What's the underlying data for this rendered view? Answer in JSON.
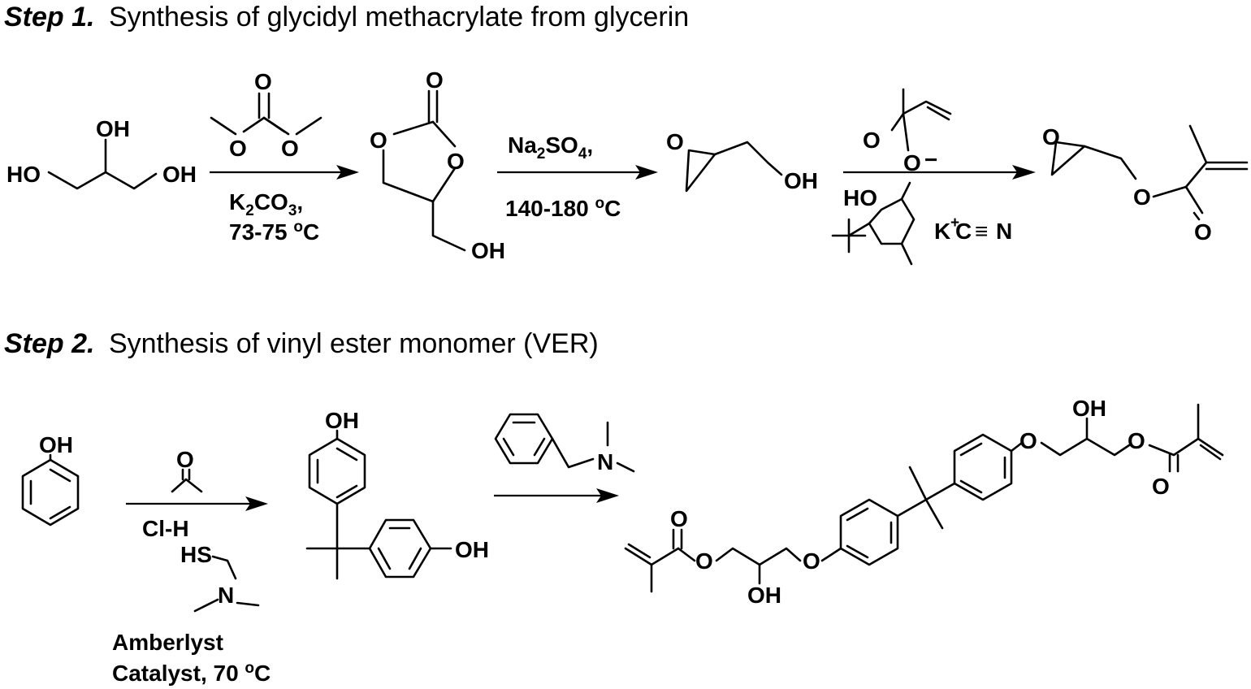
{
  "step1": {
    "title_bold": "Step 1.",
    "title_text": "Synthesis of glycidyl methacrylate from glycerin",
    "glycerin": {
      "oh_top": "OH",
      "ho_left": "HO",
      "oh_right": "OH"
    },
    "dmc": {
      "o_top": "O",
      "o_left": "O",
      "o_right": "O"
    },
    "cond1": {
      "reagent": "K",
      "reagent_sub": "2",
      "reagent_rest": "CO",
      "reagent_sub2": "3",
      "reagent_end": ",",
      "temp": "73-75 ",
      "temp_sup": "o",
      "temp_unit": "C"
    },
    "carbonate": {
      "o_carbonyl": "O",
      "o_ring_left": "O",
      "o_ring_right": "O",
      "oh": "OH"
    },
    "cond2": {
      "reagent": "Na",
      "reagent_sub": "2",
      "reagent_rest": "SO",
      "reagent_sub2": "4",
      "reagent_end": ",",
      "temp": "140-180 ",
      "temp_sup": "o",
      "temp_unit": "C"
    },
    "glycidol": {
      "o_ring": "O",
      "oh": "OH"
    },
    "methacrylate": {
      "o_carbonyl": "O",
      "o_anion": "O",
      "charge": "−"
    },
    "inhibitor": {
      "ho": "HO"
    },
    "cyanide": {
      "k": "K",
      "charge": "+",
      "c": "C",
      "triple": "≡",
      "n": "N"
    },
    "gma": {
      "o_ring": "O",
      "o_ester": "O",
      "o_carbonyl": "O"
    }
  },
  "step2": {
    "title_bold": "Step 2.",
    "title_text": "Synthesis of vinyl ester monomer (VER)",
    "phenol": {
      "oh": "OH"
    },
    "acetone": {
      "o": "O"
    },
    "cond": {
      "hcl": "Cl-H",
      "hs": "HS",
      "n": "N",
      "catalyst_line1": "Amberlyst",
      "catalyst_line2": "Catalyst, 70 ",
      "temp_sup": "o",
      "temp_unit": "C"
    },
    "bpa": {
      "oh_top": "OH",
      "oh_right": "OH"
    },
    "amine": {
      "n": "N"
    },
    "ver": {
      "oh_top": "OH",
      "o_ether_right": "O",
      "o_ester_right": "O",
      "o_carbonyl_right": "O",
      "o_ether_left": "O",
      "o_ester_left": "O",
      "o_carbonyl_left": "O",
      "oh_bottom": "OH"
    }
  }
}
